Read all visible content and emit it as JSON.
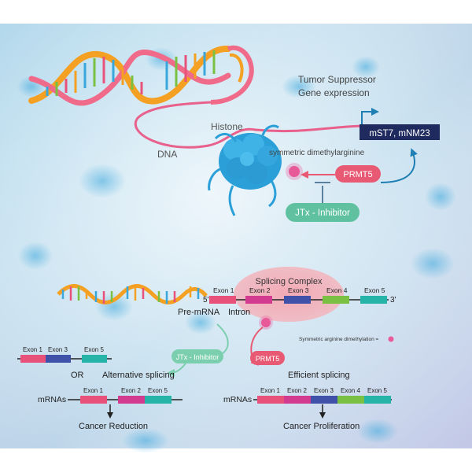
{
  "top": {
    "tumor_suppressor_line1": "Tumor Suppressor",
    "tumor_suppressor_line2": "Gene expression",
    "gene_box": "mST7, mNM23",
    "histone": "Histone",
    "dna": "DNA",
    "symmetric_dimethylarginine": "symmetric dimethylarginine",
    "prmt5": "PRMT5",
    "inhibitor": "JTx - Inhibitor"
  },
  "bottom": {
    "splicing_complex": "Splicing Complex",
    "five_prime": "5'",
    "three_prime": "3'",
    "pre_mrna": "Pre-mRNA",
    "intron": "Intron",
    "exons": [
      "Exon 1",
      "Exon 2",
      "Exon 3",
      "Exon 4",
      "Exon 5"
    ],
    "legend_text": "Symmetric arginine dimethylation =",
    "inhibitor": "JTx - Inhibitor",
    "prmt5": "PRMT5",
    "alt_exons_top": [
      "Exon 1",
      "Exon 3",
      "Exon 5"
    ],
    "or": "OR",
    "alternative_splicing": "Alternative splicing",
    "efficient_splicing": "Efficient splicing",
    "mrnas_left": "mRNAs",
    "mrnas_right": "mRNAs",
    "alt_exons_bottom": [
      "Exon 1",
      "Exon 2",
      "Exon 5"
    ],
    "eff_exons": [
      "Exon 1",
      "Exon 2",
      "Exon 3",
      "Exon 4",
      "Exon 5"
    ],
    "cancer_reduction": "Cancer Reduction",
    "cancer_proliferation": "Cancer Proliferation"
  },
  "colors": {
    "exon1": "#e8527a",
    "exon2": "#d23b8f",
    "exon3": "#3f51a8",
    "exon4": "#7ac143",
    "exon5": "#26b3a8",
    "prmt5": "#e85a74",
    "inhibitor": "#5fc1a0",
    "gene_box": "#1f2a5e",
    "histone": "#2a9fd8",
    "dna_pink": "#e8618c",
    "arrow_blue": "#1f7fb3"
  }
}
